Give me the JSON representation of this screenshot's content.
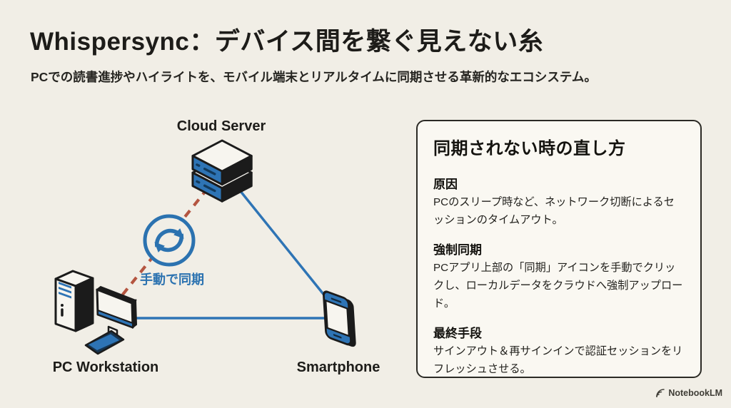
{
  "header": {
    "title": "Whispersync：デバイス間を繋ぐ見えない糸",
    "subtitle": "PCでの読書進捗やハイライトを、モバイル端末とリアルタイムに同期させる革新的なエコシステム。"
  },
  "diagram": {
    "nodes": {
      "cloud_server": {
        "label": "Cloud Server",
        "icon": "server-stack-icon"
      },
      "pc_workstation": {
        "label": "PC Workstation",
        "icon": "desktop-computer-icon"
      },
      "smartphone": {
        "label": "Smartphone",
        "icon": "smartphone-icon"
      }
    },
    "sync_badge": {
      "label": "手動で同期",
      "icon": "sync-arrows-icon"
    },
    "edges": [
      {
        "from": "pc_workstation",
        "to": "cloud_server",
        "style": "dashed",
        "color": "#b45540"
      },
      {
        "from": "cloud_server",
        "to": "smartphone",
        "style": "solid",
        "color": "#2e74b5"
      },
      {
        "from": "pc_workstation",
        "to": "smartphone",
        "style": "solid",
        "color": "#2e74b5"
      }
    ]
  },
  "panel": {
    "title": "同期されない時の直し方",
    "sections": [
      {
        "heading": "原因",
        "body": "PCのスリープ時など、ネットワーク切断によるセッションのタイムアウト。"
      },
      {
        "heading": "強制同期",
        "body": "PCアプリ上部の「同期」アイコンを手動でクリックし、ローカルデータをクラウドへ強制アップロード。"
      },
      {
        "heading": "最終手段",
        "body": "サインアウト＆再サインインで認証セッションをリフレッシュさせる。"
      }
    ]
  },
  "footer": {
    "brand": "NotebookLM",
    "brand_icon": "notebooklm-logo-icon"
  },
  "colors": {
    "background": "#f1eee6",
    "panel_background": "#faf8f2",
    "accent_blue": "#2e74b5",
    "dashed_red": "#b45540",
    "ink": "#1b1b1b"
  }
}
